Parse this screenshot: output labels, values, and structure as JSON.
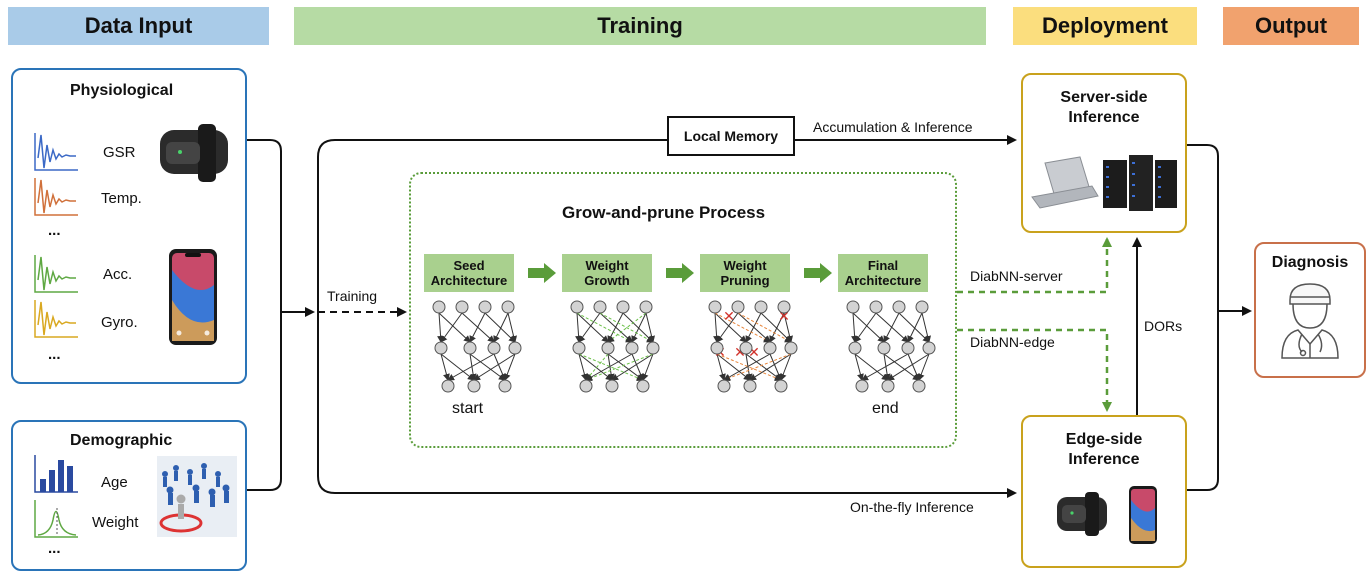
{
  "headers": {
    "data_input": "Data Input",
    "training": "Training",
    "deployment": "Deployment",
    "output": "Output"
  },
  "physiological": {
    "title": "Physiological",
    "signals": [
      "GSR",
      "Temp.",
      "Acc.",
      "Gyro."
    ],
    "ellipsis": "..."
  },
  "demographic": {
    "title": "Demographic",
    "items": [
      "Age",
      "Weight"
    ],
    "ellipsis": "..."
  },
  "local_memory": "Local Memory",
  "accumulation_label": "Accumulation & Inference",
  "training_label": "Training",
  "on_the_fly_label": "On-the-fly Inference",
  "grow_prune": {
    "title": "Grow-and-prune Process",
    "stages": [
      {
        "line1": "Seed",
        "line2": "Architecture"
      },
      {
        "line1": "Weight",
        "line2": "Growth"
      },
      {
        "line1": "Weight",
        "line2": "Pruning"
      },
      {
        "line1": "Final",
        "line2": "Architecture"
      }
    ],
    "start": "start",
    "end": "end"
  },
  "diabnn_server": "DiabNN-server",
  "diabnn_edge": "DiabNN-edge",
  "dors": "DORs",
  "server": {
    "line1": "Server-side",
    "line2": "Inference"
  },
  "edge": {
    "line1": "Edge-side",
    "line2": "Inference"
  },
  "diagnosis": "Diagnosis",
  "colors": {
    "data_input_header": "#a9cbe8",
    "training_header": "#b6dba4",
    "deployment_header": "#fbde7e",
    "output_header": "#f1a26e",
    "green_dotted": "#5a9c3a",
    "signal_blue": "#3b69c6",
    "signal_orange": "#d0703a",
    "signal_green": "#5fa843",
    "signal_gold": "#d9a820"
  }
}
